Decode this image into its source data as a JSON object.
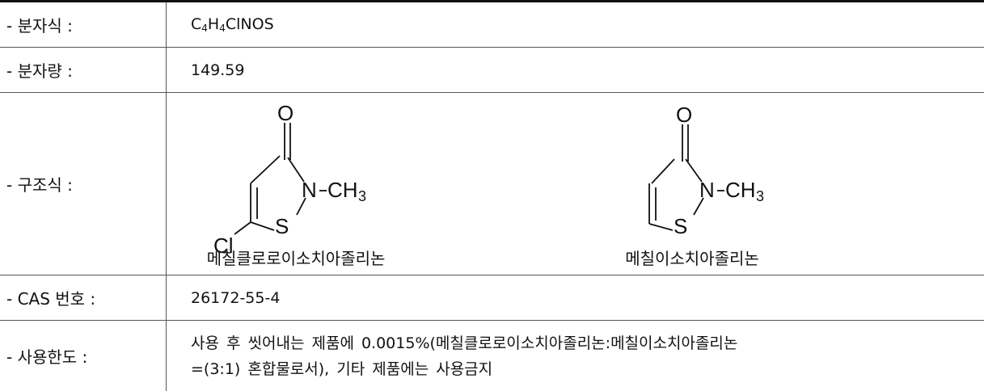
{
  "rows": {
    "formula": {
      "label": "- 분자식 :",
      "value_parts": {
        "c": "C",
        "c_n": "4",
        "h": "H",
        "h_n": "4",
        "rest": "ClNOS"
      }
    },
    "weight": {
      "label": "- 분자량 :",
      "value": "149.59"
    },
    "structure": {
      "label": "- 구조식 :",
      "molecule1": {
        "caption": "메칠클로로이소치아졸리논",
        "atoms": {
          "o": "O",
          "n": "N",
          "s": "S",
          "cl": "Cl",
          "ch": "CH",
          "three": "3",
          "dash": "−"
        }
      },
      "molecule2": {
        "caption": "메칠이소치아졸리논",
        "atoms": {
          "o": "O",
          "n": "N",
          "s": "S",
          "ch": "CH",
          "three": "3",
          "dash": "−"
        }
      }
    },
    "cas": {
      "label": "- CAS 번호 :",
      "value": "26172-55-4"
    },
    "limit": {
      "label": "- 사용한도 :",
      "line1": "사용 후 씻어내는 제품에 0.0015%(메칠클로로이소치아졸리논:메칠이소치아졸리논",
      "line2": "=(3:1) 혼합물로서), 기타 제품에는 사용금지"
    }
  }
}
